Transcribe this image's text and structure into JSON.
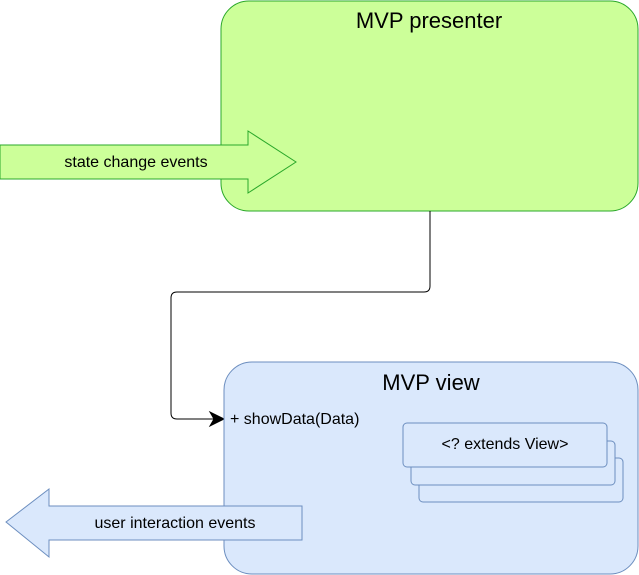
{
  "presenter": {
    "title": "MVP presenter",
    "fill": "#ccff99",
    "stroke": "#2aa82a"
  },
  "view": {
    "title": "MVP view",
    "method": "+ showData(Data)",
    "fill": "#dae8fc",
    "stroke": "#6c8ebf",
    "stack_label": "<? extends View>"
  },
  "incoming_arrow": {
    "label": "state change events",
    "fill": "#ccff99",
    "stroke": "#2aa82a"
  },
  "outgoing_arrow": {
    "label": "user interaction events",
    "fill": "#dae8fc",
    "stroke": "#6c8ebf"
  },
  "connector": {
    "stroke": "#000000"
  }
}
